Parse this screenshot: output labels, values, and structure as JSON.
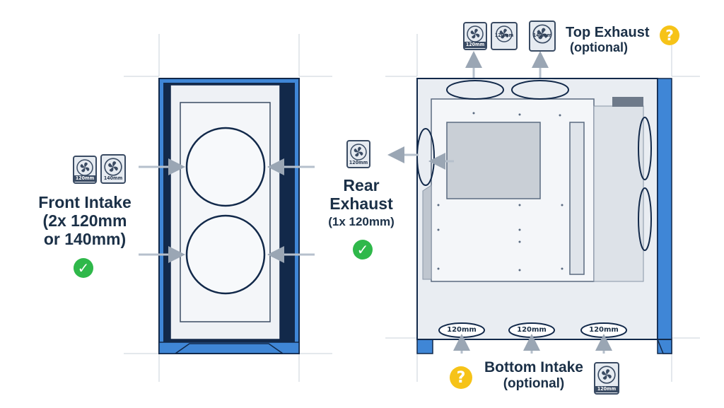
{
  "labels": {
    "front": {
      "line1": "Front Intake",
      "line2": "(2x 120mm",
      "line3": "or 140mm)"
    },
    "rear": {
      "line1": "Rear",
      "line2": "Exhaust",
      "line3": "(1x 120mm)"
    },
    "top": {
      "line1": "Top Exhaust",
      "line2": "(optional)"
    },
    "bottom": {
      "line1": "Bottom Intake",
      "line2": "(optional)"
    }
  },
  "fan_sizes": {
    "front": [
      "120mm",
      "140mm"
    ],
    "rear": [
      "120mm"
    ],
    "top": [
      "120mm",
      "120mm",
      "140mm"
    ],
    "bottom": [
      "120mm"
    ]
  },
  "slot_labels": {
    "bottom": [
      "120mm",
      "120mm",
      "120mm"
    ]
  },
  "status": {
    "front": "check",
    "rear": "check",
    "top": "question",
    "bottom": "question"
  },
  "colors": {
    "case_blue": "#3f86d6",
    "dark_navy": "#12294a",
    "check_green": "#2fb84a",
    "question_yellow": "#f6c318"
  }
}
